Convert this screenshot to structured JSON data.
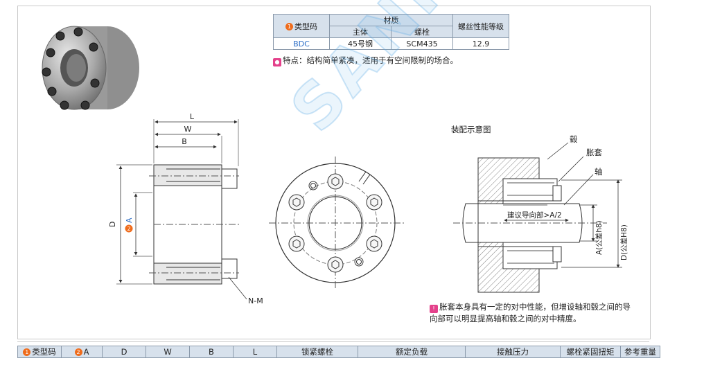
{
  "spec_table": {
    "type_code_header": "类型码",
    "material_header": "材质",
    "body_header": "主体",
    "bolt_header": "螺栓",
    "grade_header": "螺丝性能等级",
    "row": {
      "type_code": "BDC",
      "body": "45号钢",
      "bolt": "SCM435",
      "grade": "12.9"
    }
  },
  "feature_text": "特点：结构简单紧凑，适用于有空间限制的场合。",
  "dimension_labels": {
    "L": "L",
    "W": "W",
    "B": "B",
    "D": "D",
    "A": "A",
    "NM": "N-M"
  },
  "assembly": {
    "title": "装配示意图",
    "hub": "毂",
    "sleeve": "胀套",
    "shaft": "轴",
    "guide": "建议导向部>A/2",
    "shaft_tol": "A(公差h8)",
    "hub_tol": "D(公差H8)"
  },
  "note_text": "胀套本身具有一定的对中性能，但增设轴和毂之间的导向部可以明显提高轴和毂之间的对中精度。",
  "bottom_table": {
    "col_type": "类型码",
    "col_A": "A",
    "col_D": "D",
    "col_W": "W",
    "col_B": "B",
    "col_L": "L",
    "col_bolt": "锁紧螺栓",
    "col_load": "额定负载",
    "col_pressure": "接触压力",
    "col_torque": "螺栓紧固扭矩",
    "col_weight": "参考重量"
  },
  "badges": {
    "one": "1",
    "two": "2"
  },
  "watermark": "SANIMIL"
}
